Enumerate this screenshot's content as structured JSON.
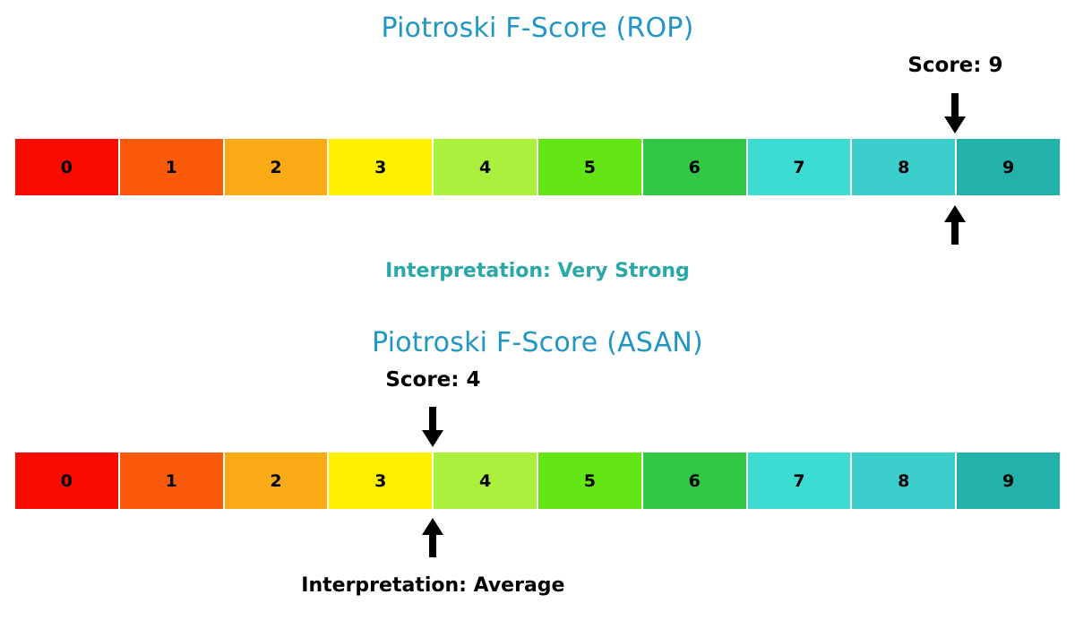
{
  "charts": [
    {
      "title": "Piotroski F-Score (ROP)",
      "score_label": "Score: 9",
      "score": 9,
      "interpretation": "Interpretation: Very Strong",
      "interpretation_color": "#2aa8a8",
      "title_color": "#2196c4",
      "marker_position_pct": 90,
      "segments": [
        {
          "label": "0",
          "color": "#fa0a00"
        },
        {
          "label": "1",
          "color": "#fa5a0a"
        },
        {
          "label": "2",
          "color": "#faaa14"
        },
        {
          "label": "3",
          "color": "#fff000"
        },
        {
          "label": "4",
          "color": "#aaf03c"
        },
        {
          "label": "5",
          "color": "#64e614"
        },
        {
          "label": "6",
          "color": "#32c846"
        },
        {
          "label": "7",
          "color": "#3cdcd2"
        },
        {
          "label": "8",
          "color": "#3ccdcd"
        },
        {
          "label": "9",
          "color": "#23b2ab"
        }
      ]
    },
    {
      "title": "Piotroski F-Score (ASAN)",
      "score_label": "Score: 4",
      "score": 4,
      "interpretation": "Interpretation: Average",
      "interpretation_color": "#000000",
      "title_color": "#2196c4",
      "marker_position_pct": 40,
      "segments": [
        {
          "label": "0",
          "color": "#fa0a00"
        },
        {
          "label": "1",
          "color": "#fa5a0a"
        },
        {
          "label": "2",
          "color": "#faaa14"
        },
        {
          "label": "3",
          "color": "#fff000"
        },
        {
          "label": "4",
          "color": "#aaf03c"
        },
        {
          "label": "5",
          "color": "#64e614"
        },
        {
          "label": "6",
          "color": "#32c846"
        },
        {
          "label": "7",
          "color": "#3cdcd2"
        },
        {
          "label": "8",
          "color": "#3ccdcd"
        },
        {
          "label": "9",
          "color": "#23b2ab"
        }
      ]
    }
  ],
  "chart_data": [
    {
      "type": "bar",
      "title": "Piotroski F-Score (ROP)",
      "subtitle": "Interpretation: Very Strong",
      "categories": [
        "0",
        "1",
        "2",
        "3",
        "4",
        "5",
        "6",
        "7",
        "8",
        "9"
      ],
      "values": [
        1,
        1,
        1,
        1,
        1,
        1,
        1,
        1,
        1,
        1
      ],
      "annotations": [
        "Score: 9"
      ],
      "marked_value": 9,
      "xlabel": "",
      "ylabel": "",
      "xlim": [
        0,
        10
      ],
      "grid": false,
      "legend": "none",
      "colors": [
        "#fa0a00",
        "#fa5a0a",
        "#faaa14",
        "#fff000",
        "#aaf03c",
        "#64e614",
        "#32c846",
        "#3cdcd2",
        "#3ccdcd",
        "#23b2ab"
      ]
    },
    {
      "type": "bar",
      "title": "Piotroski F-Score (ASAN)",
      "subtitle": "Interpretation: Average",
      "categories": [
        "0",
        "1",
        "2",
        "3",
        "4",
        "5",
        "6",
        "7",
        "8",
        "9"
      ],
      "values": [
        1,
        1,
        1,
        1,
        1,
        1,
        1,
        1,
        1,
        1
      ],
      "annotations": [
        "Score: 4"
      ],
      "marked_value": 4,
      "xlabel": "",
      "ylabel": "",
      "xlim": [
        0,
        10
      ],
      "grid": false,
      "legend": "none",
      "colors": [
        "#fa0a00",
        "#fa5a0a",
        "#faaa14",
        "#fff000",
        "#aaf03c",
        "#64e614",
        "#32c846",
        "#3cdcd2",
        "#3ccdcd",
        "#23b2ab"
      ]
    }
  ]
}
